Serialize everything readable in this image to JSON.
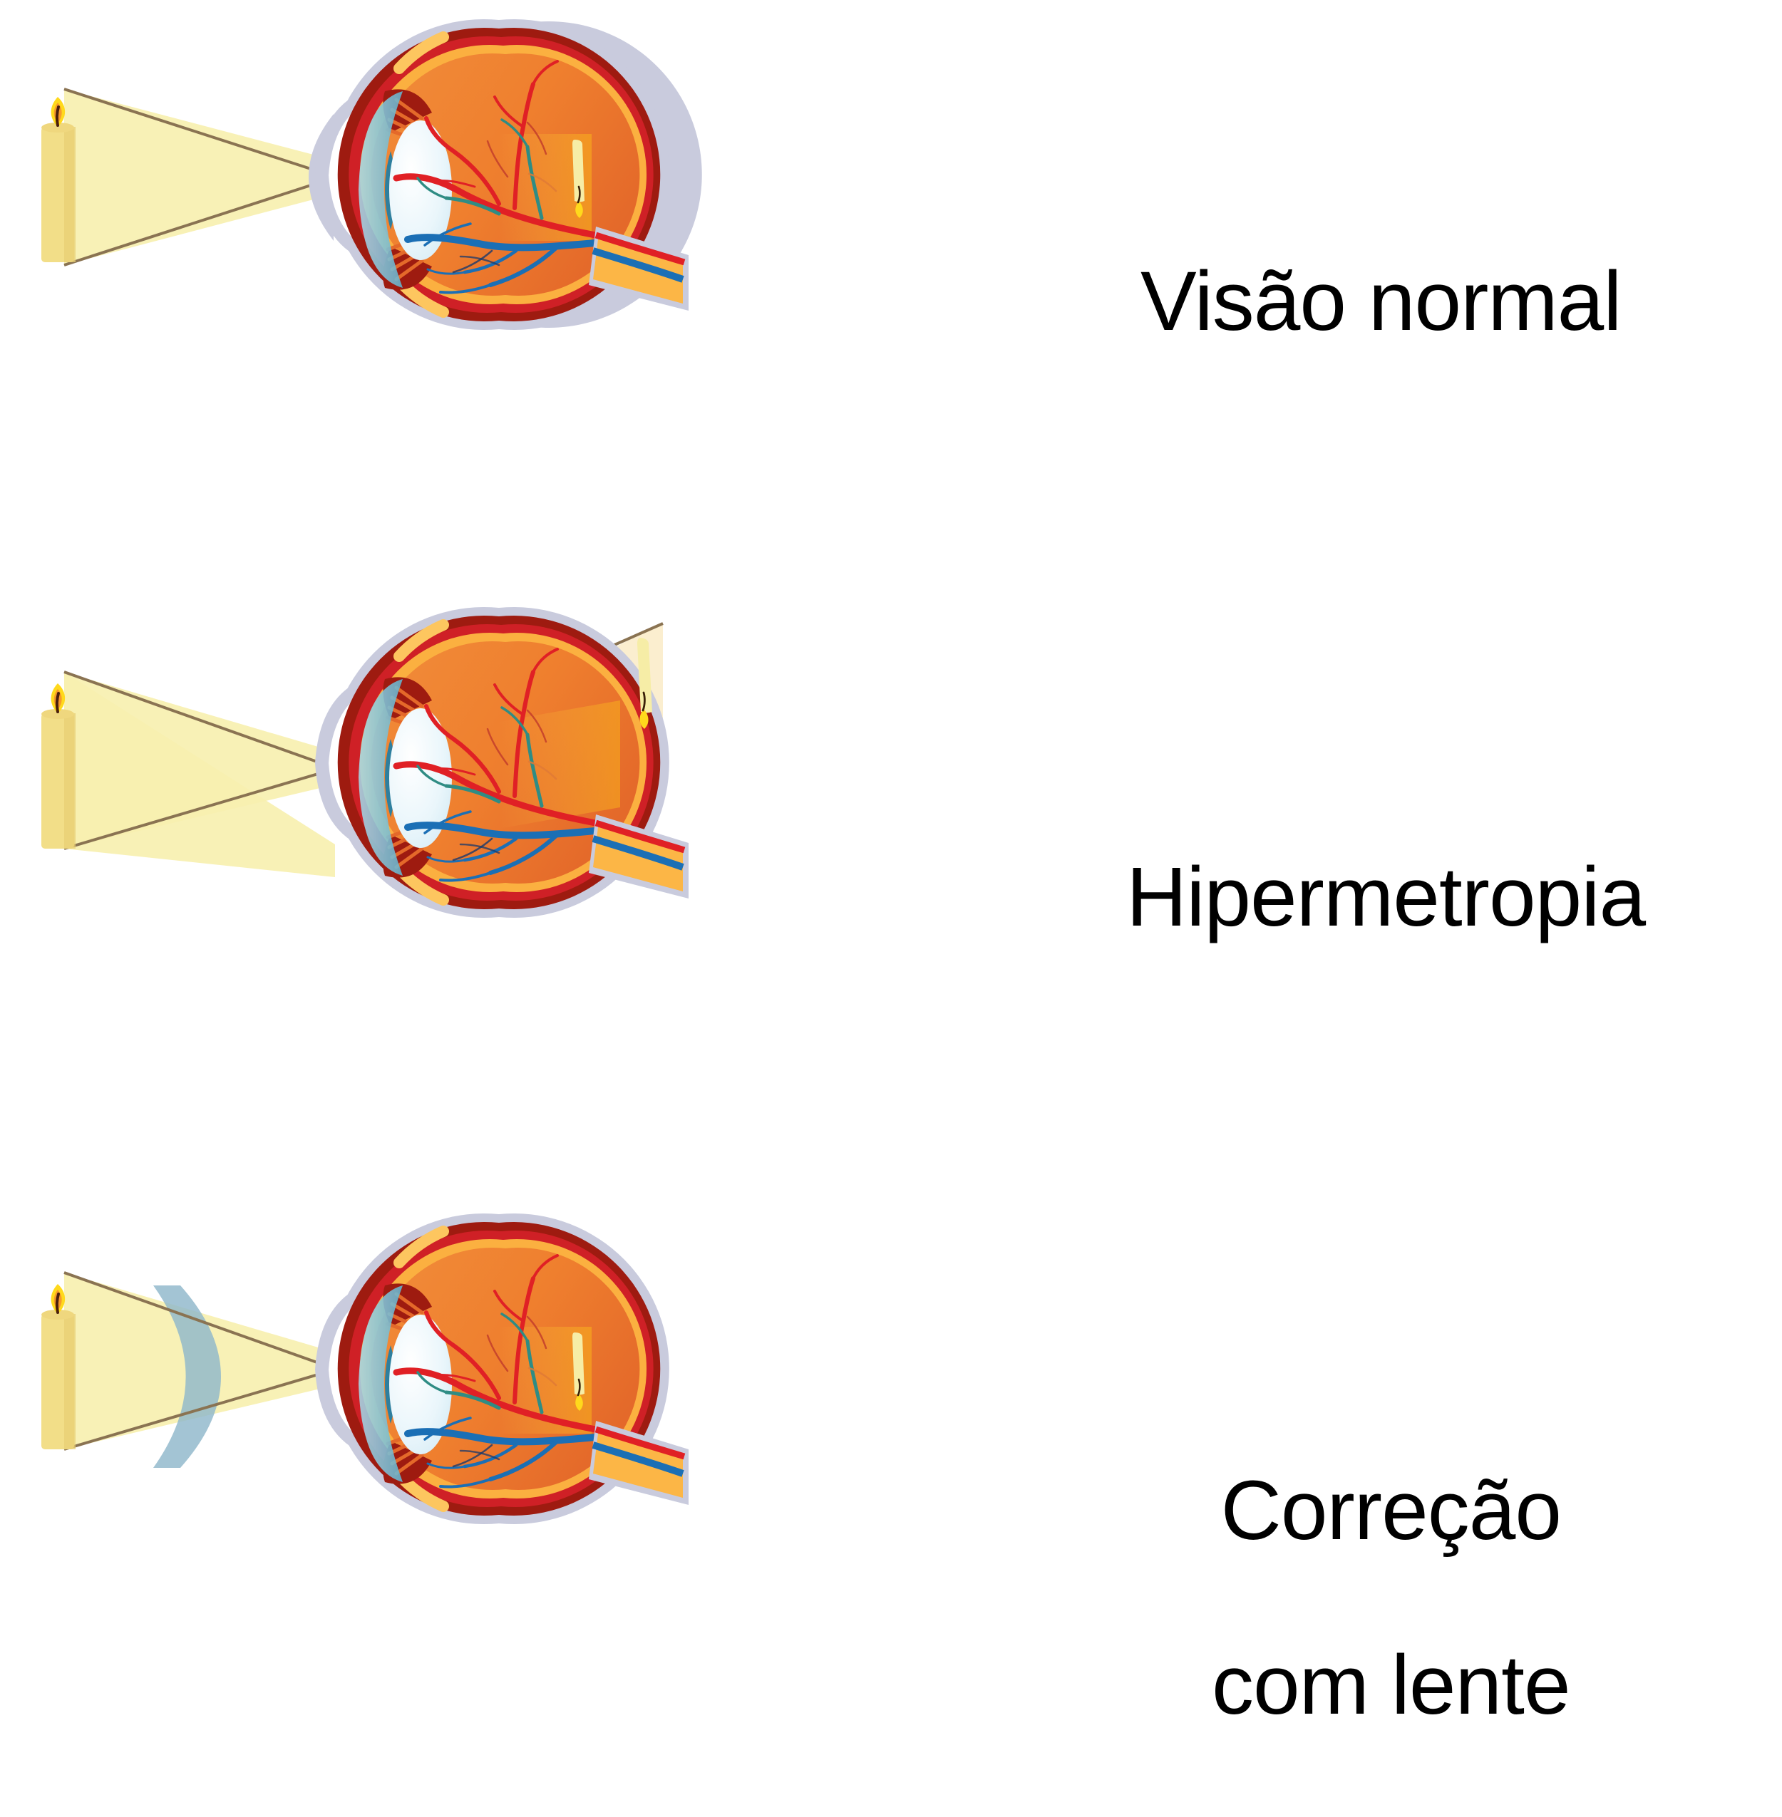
{
  "diagram": {
    "title_language": "pt-BR",
    "background_color": "#ffffff",
    "panel_count": 3
  },
  "panels": [
    {
      "id": "normal",
      "label": "Visão normal",
      "has_corrective_lens": false,
      "image_location": "on-retina",
      "object": "candle",
      "description_icon": "eye-cross-section-icon"
    },
    {
      "id": "hypermetropia",
      "label": "Hipermetropia",
      "has_corrective_lens": false,
      "image_location": "behind-retina",
      "object": "candle",
      "description_icon": "eye-cross-section-icon"
    },
    {
      "id": "correction",
      "label": "Correção\ncom lente",
      "label_line1": "Correção",
      "label_line2": "com lente",
      "has_corrective_lens": true,
      "image_location": "on-retina",
      "object": "candle",
      "description_icon": "eye-cross-section-icon"
    }
  ],
  "colors": {
    "sclera_outline": "#c9cbdd",
    "sclera_white": "#ffffff",
    "cornea": "#7cc2d8",
    "iris": "#2e7f9e",
    "lens": "#eaf6fb",
    "ciliary_muscle": "#9e1b10",
    "choroid_red": "#cf2026",
    "retina_yellow": "#fbb040",
    "vitreous_orange": "#ef7f2e",
    "macula_yellow": "#f6a81c",
    "artery_red": "#e02025",
    "vein_blue": "#1b6fb5",
    "capillary_teal": "#2f8c84",
    "optic_nerve": "#fcb646",
    "light_cone": "#f7f0b0",
    "light_ray_stroke": "#8a7352",
    "candle_body": "#f2de88",
    "candle_body_shade": "#e8cf74",
    "flame_outer": "#ffd91c",
    "flame_inner": "#f79a2b",
    "wick": "#4a1f0c",
    "corrective_lens": "#8fb7cb",
    "text": "#000000"
  },
  "anatomy_parts": [
    "sclera",
    "cornea",
    "iris",
    "pupil",
    "crystalline-lens",
    "ciliary-muscle",
    "choroid",
    "retina",
    "macula",
    "vitreous-humour",
    "optic-nerve",
    "central-artery",
    "central-vein"
  ]
}
